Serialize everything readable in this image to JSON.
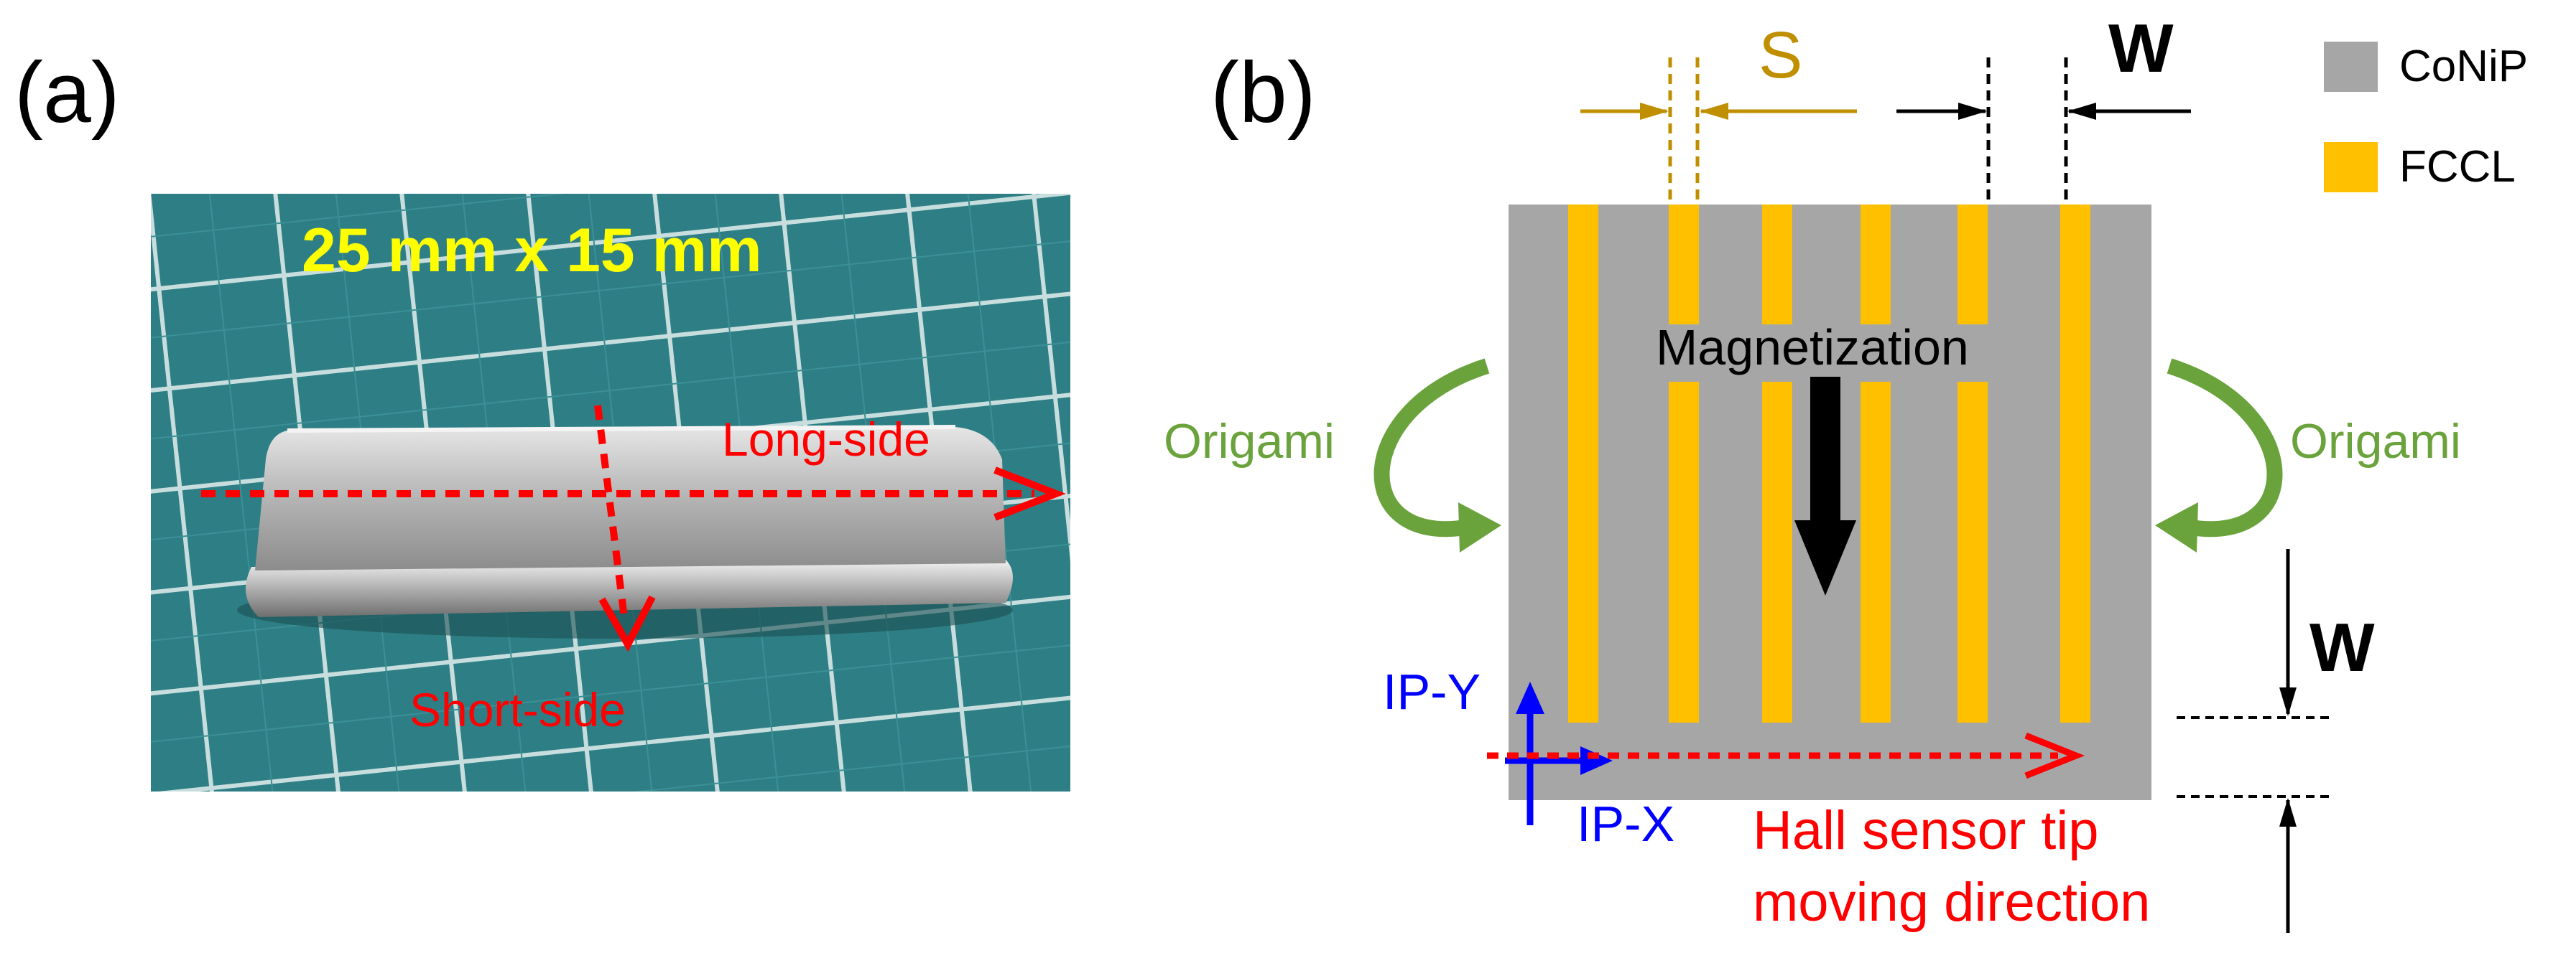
{
  "panel_a": {
    "label": "(a)",
    "size_text": "25 mm x 15 mm",
    "long_side_label": "Long-side",
    "short_side_label": "Short-side"
  },
  "panel_b": {
    "label": "(b)",
    "spacing_label": "S",
    "width_label_top": "W",
    "width_label_right": "W",
    "magnetization_label": "Magnetization",
    "origami_left_label": "Origami",
    "origami_right_label": "Origami",
    "ip_y_label": "IP-Y",
    "ip_x_label": "IP-X",
    "hall_line1": "Hall sensor tip",
    "hall_line2": "moving direction"
  },
  "legend": [
    {
      "label": "CoNiP",
      "color": "#a6a6a6"
    },
    {
      "label": "FCCL",
      "color": "#ffc000"
    }
  ],
  "colors": {
    "substrate": "#a6a6a6",
    "stripe": "#ffc000",
    "red_arrow": "#ff0000",
    "origami_green": "#6aa33c",
    "axis_blue": "#0000ff",
    "spacing_gold": "#bf8f00",
    "size_text_yellow": "#ffff00"
  }
}
